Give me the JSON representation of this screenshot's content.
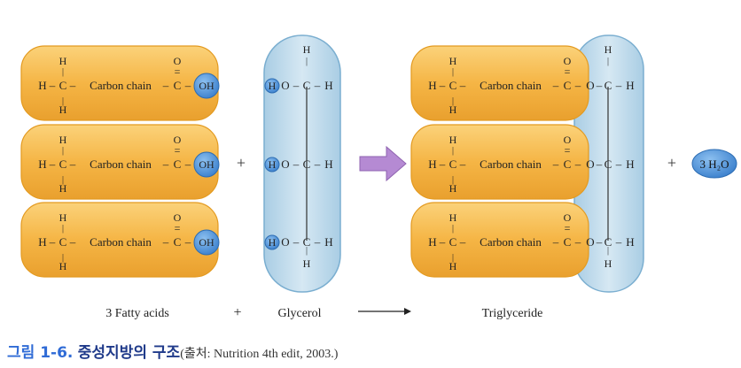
{
  "fatty_acid": {
    "h": "H",
    "c": "C",
    "o": "O",
    "oh": "OH",
    "chain": "Carbon chain",
    "dash": "–",
    "dbl": "=",
    "bond": "|"
  },
  "glycerol_part": {
    "h": "H",
    "o": "O",
    "c": "C",
    "dash": "–"
  },
  "product": {
    "water": "3 H₂O",
    "plus": "+"
  },
  "labels": {
    "fatty_acids": "3 Fatty acids",
    "plus": "+",
    "glycerol": "Glycerol",
    "triglyceride": "Triglyceride"
  },
  "caption": {
    "label": "그림 1-6.",
    "title": "중성지방의 구조",
    "source": "(출처: Nutrition 4th edit, 2003.)"
  },
  "colors": {
    "fatty_fill": "#f5b545",
    "fatty_edge": "#e39a20",
    "glycerol_fill": "#bfd9ea",
    "glycerol_edge": "#7aaed0",
    "oh_fill": "#4a90d9",
    "arrow": "#b58ad3",
    "caption_label": "#2f6bd6",
    "caption_title": "#1f3a8a"
  }
}
